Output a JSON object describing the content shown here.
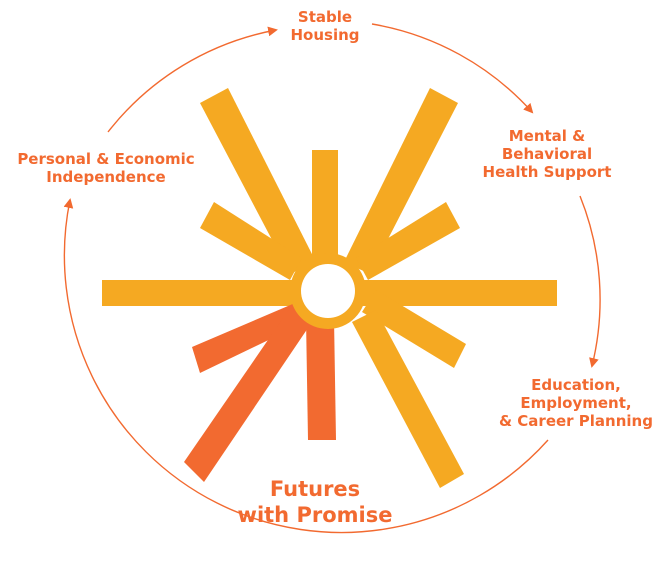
{
  "colors": {
    "accent": "#f26a30",
    "ray": "#f5a922",
    "arrow": "#f26a30",
    "background": "#ffffff"
  },
  "cycle": [
    {
      "id": "stable-housing",
      "lines": [
        "Stable",
        "Housing"
      ]
    },
    {
      "id": "mental-health",
      "lines": [
        "Mental &",
        "Behavioral",
        "Health Support"
      ]
    },
    {
      "id": "education",
      "lines": [
        "Education,",
        "Employment,",
        "& Career Planning"
      ]
    },
    {
      "id": "independence",
      "lines": [
        "Personal & Economic",
        "Independence"
      ]
    }
  ],
  "center": {
    "lines": [
      "Futures",
      "with Promise"
    ]
  }
}
